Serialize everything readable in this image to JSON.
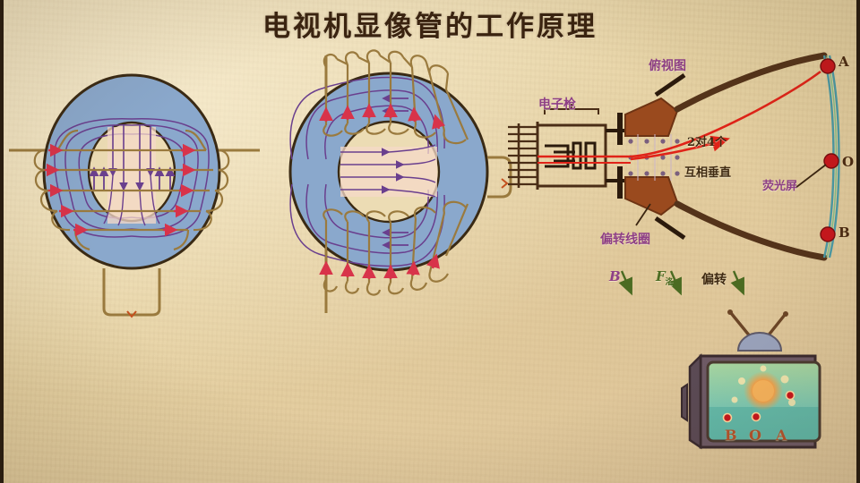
{
  "page": {
    "title": "电视机显像管的工作原理",
    "background_color": "#e9d5a8",
    "border_color": "#2a1d10"
  },
  "labels": {
    "electron_gun": "电子枪",
    "top_view": "俯视图",
    "pairs_note": "2对4个",
    "perpendicular_note": "互相垂直",
    "fluorescent_screen": "荧光屏",
    "deflection_coil": "偏转线圈",
    "magnetic_field_symbol": "B",
    "lorentz_force_symbol": "F",
    "lorentz_force_subscript": "洛",
    "deflection": "偏转"
  },
  "screen_points": {
    "top": "A",
    "middle": "O",
    "bottom": "B"
  },
  "tv_screen_points": {
    "left": "B",
    "center": "O",
    "right": "A"
  },
  "colors": {
    "toroid_blue": "#8aa8cc",
    "toroid_outline": "#3a2a14",
    "wire_gold": "#9a7a3e",
    "field_line_purple": "#6a3f8e",
    "current_arrow_red": "#d8334a",
    "beam_red": "#e02318",
    "tube_brown": "#4a2d16",
    "coil_brown": "#9a4a1e",
    "label_purple": "#8e3f86",
    "title_brown": "#3a2310",
    "arrow_green": "#4b6b22",
    "screen_teal": "#5fb7a8",
    "sun_orange": "#f5a24a",
    "dot_red": "#c8161d"
  },
  "diagrams": [
    {
      "name": "toroid-vertical-field",
      "field_direction": "downward",
      "note": "环形线圈，磁场竖直向下"
    },
    {
      "name": "toroid-horizontal-field",
      "field_direction": "rightward",
      "note": "环形线圈，磁场水平向右"
    },
    {
      "name": "crt-top-view",
      "note": "显像管俯视图：电子枪、偏转线圈、荧光屏"
    },
    {
      "name": "television-set",
      "note": "电视机，屏幕上显示 B O A 三个光点"
    }
  ]
}
